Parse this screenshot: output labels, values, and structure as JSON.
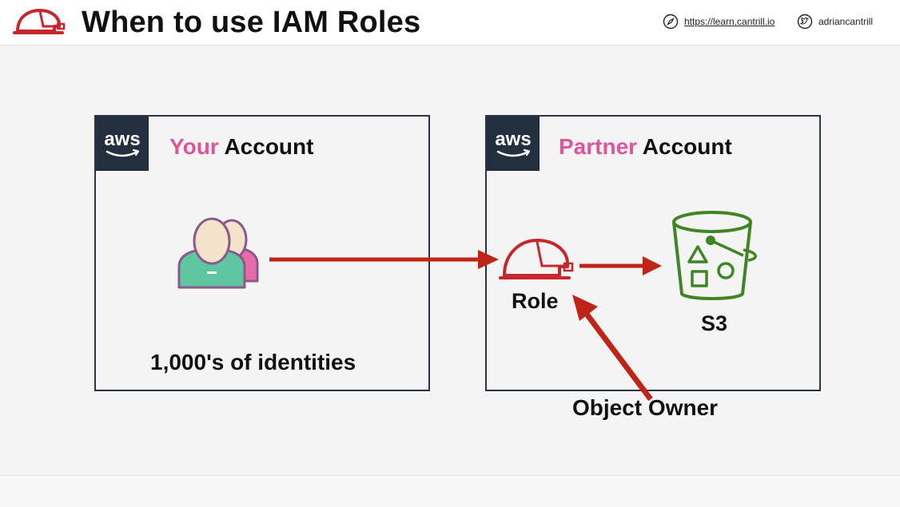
{
  "header": {
    "title": "When to use IAM Roles",
    "site_url": "https://learn.cantrill.io",
    "twitter_handle": "adriancantrill"
  },
  "accounts": [
    {
      "prefix": "Your",
      "suffix": "Account",
      "badge": "aws"
    },
    {
      "prefix": "Partner",
      "suffix": "Account",
      "badge": "aws"
    }
  ],
  "labels": {
    "identities": "1,000's of identities",
    "role": "Role",
    "s3": "S3",
    "object_owner": "Object Owner"
  },
  "icons": [
    "helmet-logo-icon",
    "compass-icon",
    "twitter-icon",
    "aws-logo-icon",
    "users-icon",
    "role-helmet-icon",
    "s3-bucket-icon"
  ],
  "colors": {
    "accent_pink": "#e0559a",
    "arrow_red": "#bf2516",
    "aws_navy": "#232f3e",
    "s3_green": "#3e8624"
  }
}
